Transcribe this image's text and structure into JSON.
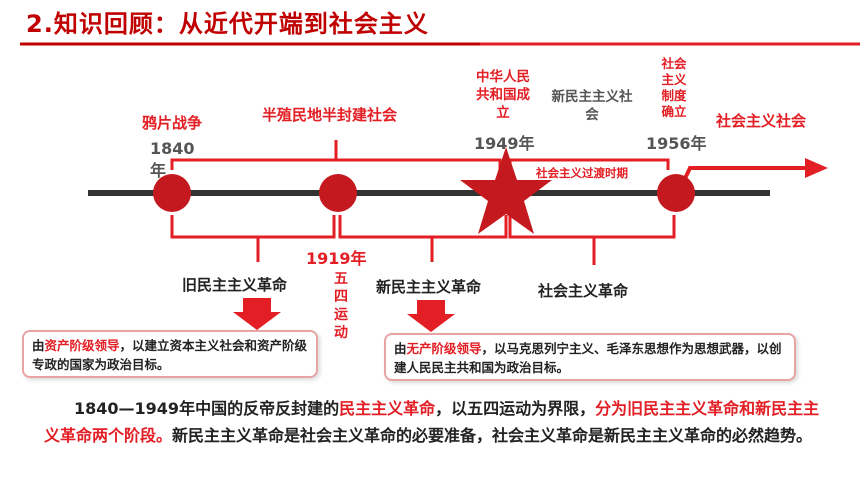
{
  "title": "2.知识回顾：从近代开端到社会主义",
  "timeline": {
    "opium_war": "鸦片战争",
    "year_1840": "1840年",
    "semi_colonial": "半殖民地半封建社会",
    "prc_founded": "中华人民共和国成立",
    "year_1949": "1949年",
    "new_democratic_society": "新民主主义社会",
    "socialist_system": "社会主义制度确立",
    "year_1956": "1956年",
    "socialist_society": "社会主义社会",
    "transition_period": "社会主义过渡时期",
    "year_1919": "1919年",
    "old_democratic_revolution": "旧民主主义革命",
    "may_fourth": "五四运动",
    "new_democratic_revolution": "新民主主义革命",
    "socialist_revolution": "社会主义革命"
  },
  "boxes": {
    "left_prefix": "由",
    "left_highlight": "资产阶级领导",
    "left_text": "，以建立资本主义社会和资产阶级专政的国家为政治目标。",
    "right_prefix": "由",
    "right_highlight": "无产阶级领导",
    "right_text": "，以马克思列宁主义、毛泽东思想作为思想武器，以创建人民民主共和国为政治目标。"
  },
  "summary": {
    "part1": "1840—1949年中国的反帝反封建的",
    "part2": "民主主义革命",
    "part3": "，以五四运动为界限，",
    "part4": "分为旧民主主义革命和新民主主义革命两个阶段。新民主主义革命是社会主义革命的必要准备，社会主义革命是新民主主义革命的必然趋势。"
  },
  "colors": {
    "accent": "#e31e24",
    "title": "#c00000",
    "node": "#c41a1f"
  }
}
